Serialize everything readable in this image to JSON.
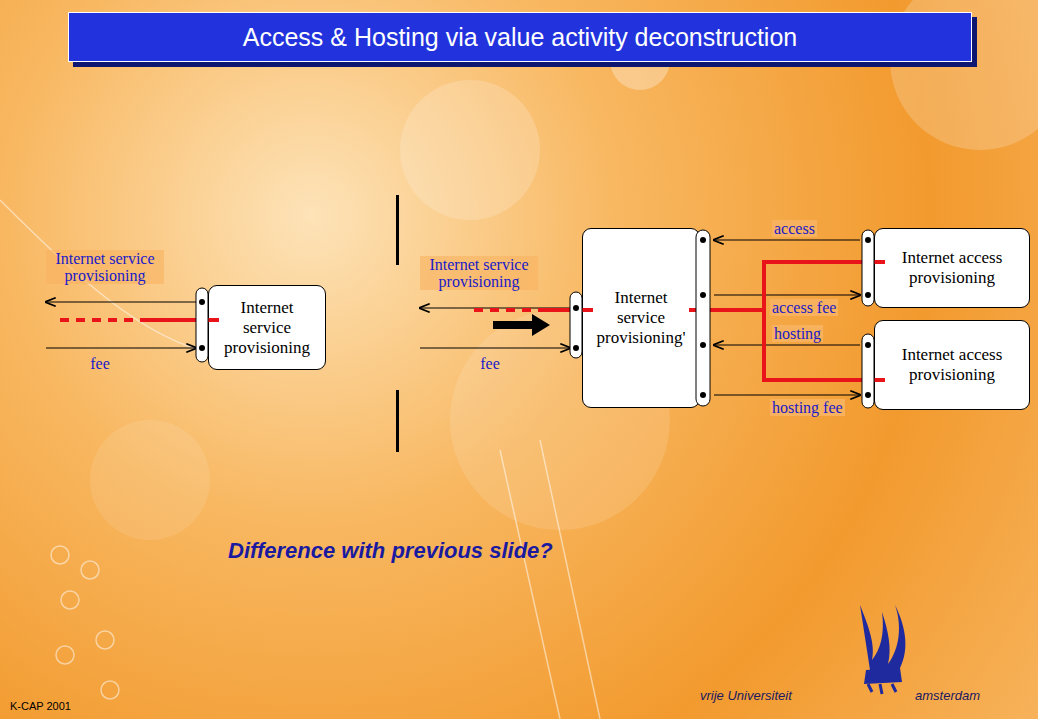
{
  "diagram": {
    "title": "Access & Hosting via value activity deconstruction",
    "nodes": [
      {
        "text": [
          "Internet service provisioning"
        ]
      },
      {
        "text": [
          "Internet service provisioning'"
        ]
      },
      {
        "text": [
          "Internet access provisioning"
        ]
      },
      {
        "text": [
          "Internet access provisioning"
        ]
      }
    ],
    "edges": [
      {
        "from": 2,
        "to": 1,
        "label": "access",
        "arrow": "to"
      },
      {
        "from": 1,
        "to": 2,
        "label": "access fee",
        "arrow": "to"
      },
      {
        "from": 3,
        "to": 1,
        "label": "hosting",
        "arrow": "to"
      },
      {
        "from": 1,
        "to": 3,
        "label": "hosting fee",
        "arrow": "to"
      }
    ],
    "labels": [
      "Internet service provisioning",
      "fee",
      "Internet service provisioning",
      "fee",
      "Difference with previous slide?",
      "vrije Universiteit",
      "amsterdam",
      "K-CAP 2001"
    ]
  }
}
